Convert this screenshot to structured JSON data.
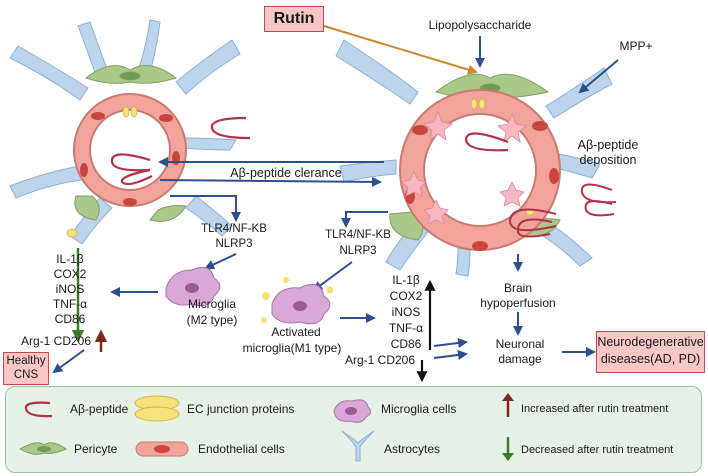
{
  "header": {
    "rutin": "Rutin"
  },
  "stimuli": {
    "lps": "Lipopolysaccharide",
    "mpp": "MPP+"
  },
  "right": {
    "abeta_deposition_1": "Aβ-peptide",
    "abeta_deposition_2": "deposition",
    "brain_1": "Brain",
    "brain_2": "hypoperfusion",
    "neuronal_1": "Neuronal",
    "neuronal_2": "damage",
    "nd_1": "Neurodegenerative",
    "nd_2": "diseases(AD, PD)"
  },
  "center": {
    "clearance": "Aβ-peptide clerance"
  },
  "left": {
    "tlr": "TLR4/NF-KB",
    "nlrp": "NLRP3",
    "markers": [
      "IL-1β",
      "COX2",
      "iNOS",
      "TNF-α",
      "CD86",
      "Arg-1 CD206"
    ],
    "microglia_1": "Microglia",
    "microglia_2": "(M2 type)",
    "healthy_1": "Healthy",
    "healthy_2": "CNS"
  },
  "middle": {
    "tlr": "TLR4/NF-KB",
    "nlrp": "NLRP3",
    "markers": [
      "IL-1β",
      "COX2",
      "iNOS",
      "TNF-α",
      "CD86",
      "Arg-1 CD206"
    ],
    "activated_1": "Activated",
    "activated_2": "microglia(M1 type)"
  },
  "legend": {
    "abeta": "Aβ-peptide",
    "ec": "EC junction proteins",
    "microglia": "Microglia cells",
    "increased": "Increased after rutin treatment",
    "pericyte": "Pericyte",
    "endothelial": "Endothelial cells",
    "astrocytes": "Astrocytes",
    "decreased": "Decreased after rutin treatment"
  },
  "colors": {
    "astrocyte": "#bcd4ec",
    "pericyte": "#a9c98a",
    "endothelial": "#f2a39a",
    "ec_junction": "#f5e27a",
    "abeta": "#b2324a",
    "arrow_blue": "#2d4f8e",
    "arrow_rutin": "#c98a2e",
    "arrow_up_red": "#7a2a1e",
    "arrow_down_green": "#3f7a2a",
    "highlight_box": "#f7c7c7",
    "legend_bg": "#e6f2e5"
  }
}
